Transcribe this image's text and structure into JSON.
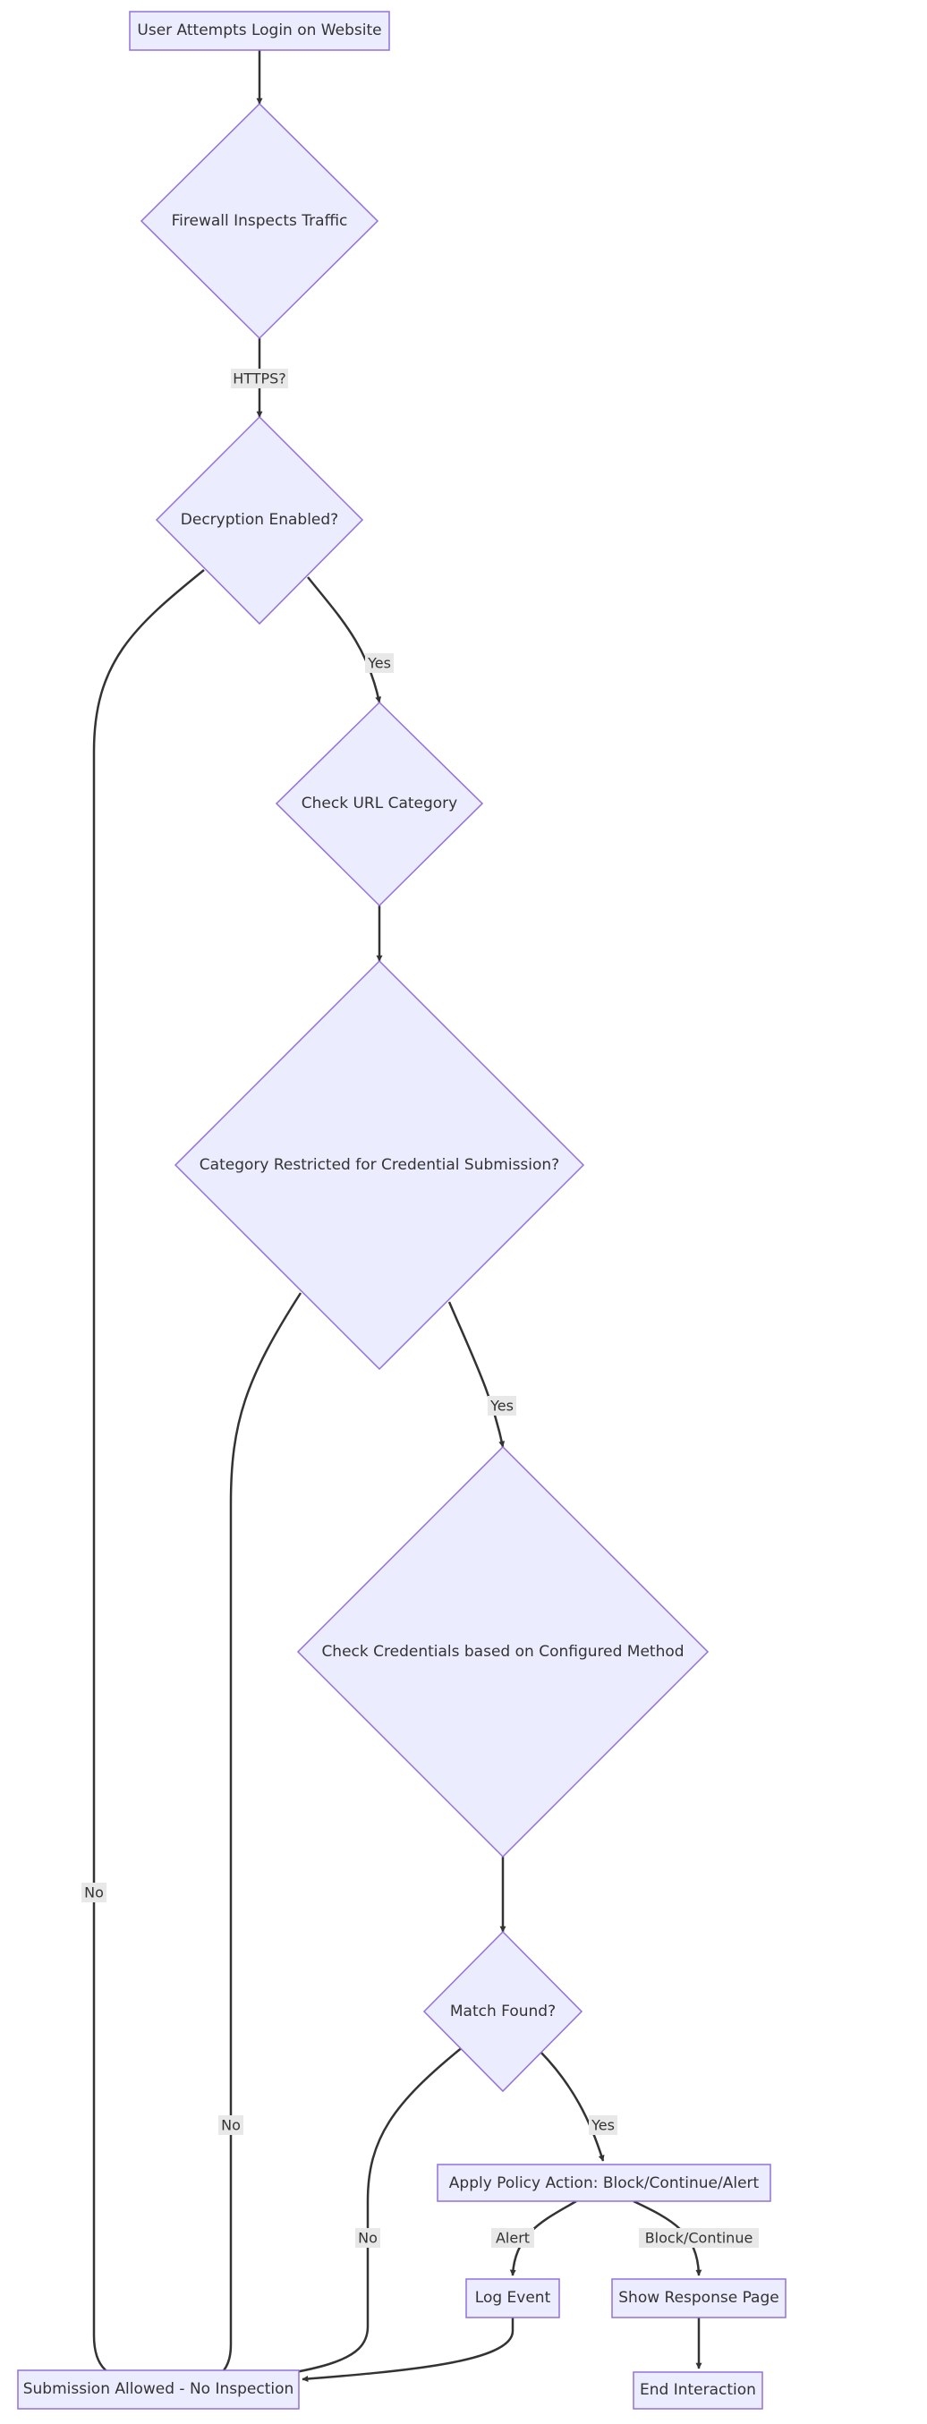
{
  "nodes": {
    "user_login": "User Attempts Login on Website",
    "firewall": "Firewall Inspects Traffic",
    "decryption": "Decryption Enabled?",
    "url_category": "Check URL Category",
    "category_restricted": "Category Restricted for Credential Submission?",
    "check_credentials": "Check Credentials based on Configured Method",
    "match_found": "Match Found?",
    "apply_policy": "Apply Policy Action: Block/Continue/Alert",
    "log_event": "Log Event",
    "show_response": "Show Response Page",
    "submission_allowed": "Submission Allowed - No Inspection",
    "end_interaction": "End Interaction"
  },
  "edges": {
    "https": "HTTPS?",
    "decryption_yes": "Yes",
    "decryption_no": "No",
    "category_yes": "Yes",
    "category_no": "No",
    "match_yes": "Yes",
    "match_no": "No",
    "alert": "Alert",
    "block_continue": "Block/Continue"
  },
  "colors": {
    "node_fill": "#ECECFF",
    "node_stroke": "#9370DB",
    "edge": "#333333",
    "label_bg": "#e8e8e8"
  }
}
